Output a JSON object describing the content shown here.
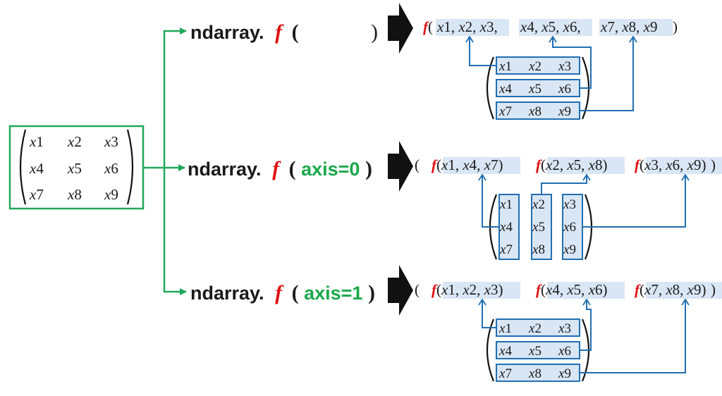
{
  "input_matrix": {
    "rows": [
      [
        "x1",
        "x2",
        "x3"
      ],
      [
        "x4",
        "x5",
        "x6"
      ],
      [
        "x7",
        "x8",
        "x9"
      ]
    ]
  },
  "calls": [
    {
      "prefix": "ndarray.",
      "func": "f",
      "open": "(",
      "args": "",
      "close": ")"
    },
    {
      "prefix": "ndarray.",
      "func": "f",
      "open": "(",
      "args": "axis=0",
      "close": ")"
    },
    {
      "prefix": "ndarray.",
      "func": "f",
      "open": "(",
      "args": "axis=1",
      "close": ")"
    }
  ],
  "results": [
    {
      "groups": [
        [
          "x1",
          "x2",
          "x3"
        ],
        [
          "x4",
          "x5",
          "x6"
        ],
        [
          "x7",
          "x8",
          "x9"
        ]
      ],
      "single_call": true
    },
    {
      "groups": [
        [
          "x1",
          "x4",
          "x7"
        ],
        [
          "x2",
          "x5",
          "x8"
        ],
        [
          "x3",
          "x6",
          "x9"
        ]
      ],
      "single_call": false
    },
    {
      "groups": [
        [
          "x1",
          "x2",
          "x3"
        ],
        [
          "x4",
          "x5",
          "x6"
        ],
        [
          "x7",
          "x8",
          "x9"
        ]
      ],
      "single_call": false
    }
  ],
  "colors": {
    "function_name": "#e01010",
    "axis_keyword": "#1aa84a",
    "tree_lines": "#20a85a",
    "connector_lines": "#1f6fb3",
    "highlight": "#d9e6f5"
  },
  "icons": [
    "arrow-right-icon",
    "arrow-right-icon",
    "arrow-right-icon"
  ]
}
